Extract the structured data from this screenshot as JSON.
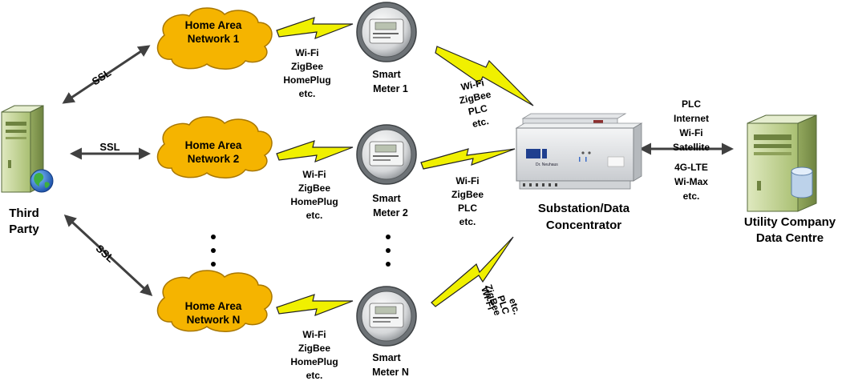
{
  "third_party": {
    "line1": "Third",
    "line2": "Party"
  },
  "ssl_label": "SSL",
  "networks": [
    {
      "line1": "Home Area",
      "line2": "Network 1"
    },
    {
      "line1": "Home Area",
      "line2": "Network 2"
    },
    {
      "line1": "Home Area",
      "line2": "Network N"
    }
  ],
  "han_protocols": [
    "Wi-Fi",
    "ZigBee",
    "HomePlug",
    "etc."
  ],
  "meters": [
    {
      "line1": "Smart",
      "line2": "Meter 1"
    },
    {
      "line1": "Smart",
      "line2": "Meter 2"
    },
    {
      "line1": "Smart",
      "line2": "Meter N"
    }
  ],
  "nan_protocols": [
    "Wi-Fi",
    "ZigBee",
    "PLC",
    "etc."
  ],
  "concentrator": {
    "line1": "Substation/Data",
    "line2": "Concentrator"
  },
  "wan_protocols": [
    "PLC",
    "Internet",
    "Wi-Fi",
    "Satellite",
    "4G-LTE",
    "Wi-Max",
    "etc."
  ],
  "utility": {
    "line1": "Utility Company",
    "line2": "Data Centre"
  },
  "device_brand": "Dr. Neuhaus",
  "colors": {
    "cloud_fill": "#f5b400",
    "cloud_stroke": "#a87700",
    "bolt_fill": "#f0f000",
    "server_fill": "#c8d99a",
    "server_stroke": "#6b7f45",
    "arrow": "#404040"
  }
}
